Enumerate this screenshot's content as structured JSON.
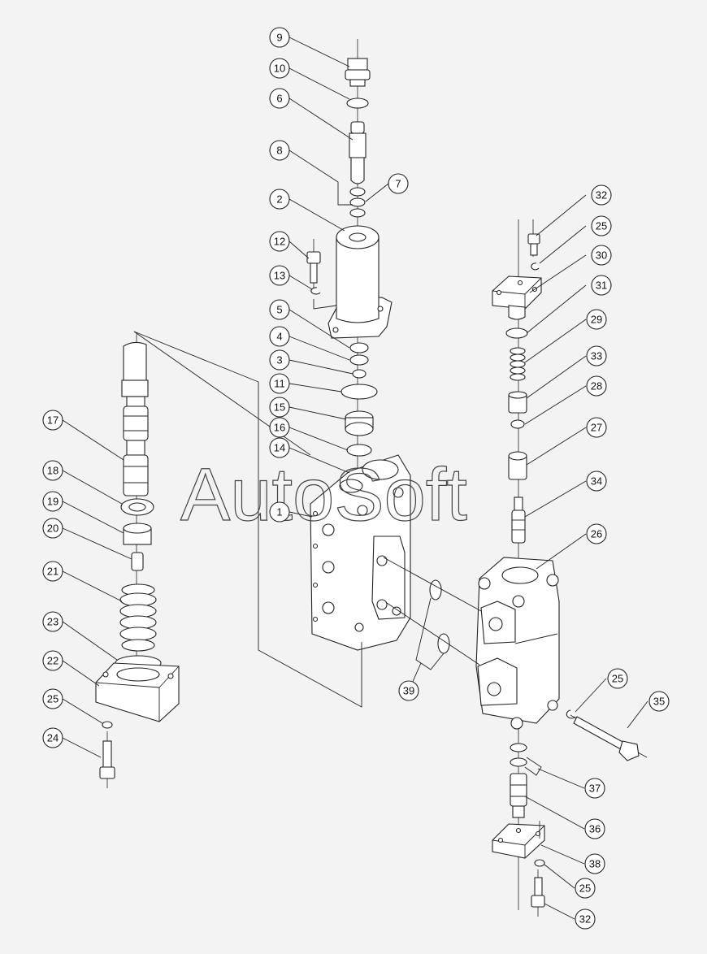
{
  "watermark": "AutoSoft",
  "callouts": [
    {
      "id": "9",
      "label": "9"
    },
    {
      "id": "10",
      "label": "10"
    },
    {
      "id": "6",
      "label": "6"
    },
    {
      "id": "8",
      "label": "8"
    },
    {
      "id": "7",
      "label": "7"
    },
    {
      "id": "2",
      "label": "2"
    },
    {
      "id": "12",
      "label": "12"
    },
    {
      "id": "13",
      "label": "13"
    },
    {
      "id": "5",
      "label": "5"
    },
    {
      "id": "4",
      "label": "4"
    },
    {
      "id": "3",
      "label": "3"
    },
    {
      "id": "11",
      "label": "11"
    },
    {
      "id": "15",
      "label": "15"
    },
    {
      "id": "16",
      "label": "16"
    },
    {
      "id": "14",
      "label": "14"
    },
    {
      "id": "1",
      "label": "1"
    },
    {
      "id": "17",
      "label": "17"
    },
    {
      "id": "18",
      "label": "18"
    },
    {
      "id": "19",
      "label": "19"
    },
    {
      "id": "20",
      "label": "20"
    },
    {
      "id": "21",
      "label": "21"
    },
    {
      "id": "23",
      "label": "23"
    },
    {
      "id": "22",
      "label": "22"
    },
    {
      "id": "25a",
      "label": "25"
    },
    {
      "id": "24",
      "label": "24"
    },
    {
      "id": "32a",
      "label": "32"
    },
    {
      "id": "25b",
      "label": "25"
    },
    {
      "id": "30",
      "label": "30"
    },
    {
      "id": "31",
      "label": "31"
    },
    {
      "id": "29",
      "label": "29"
    },
    {
      "id": "33",
      "label": "33"
    },
    {
      "id": "28",
      "label": "28"
    },
    {
      "id": "27",
      "label": "27"
    },
    {
      "id": "34",
      "label": "34"
    },
    {
      "id": "26",
      "label": "26"
    },
    {
      "id": "39",
      "label": "39"
    },
    {
      "id": "25c",
      "label": "25"
    },
    {
      "id": "35",
      "label": "35"
    },
    {
      "id": "37",
      "label": "37"
    },
    {
      "id": "36",
      "label": "36"
    },
    {
      "id": "38",
      "label": "38"
    },
    {
      "id": "25d",
      "label": "25"
    },
    {
      "id": "32b",
      "label": "32"
    }
  ]
}
